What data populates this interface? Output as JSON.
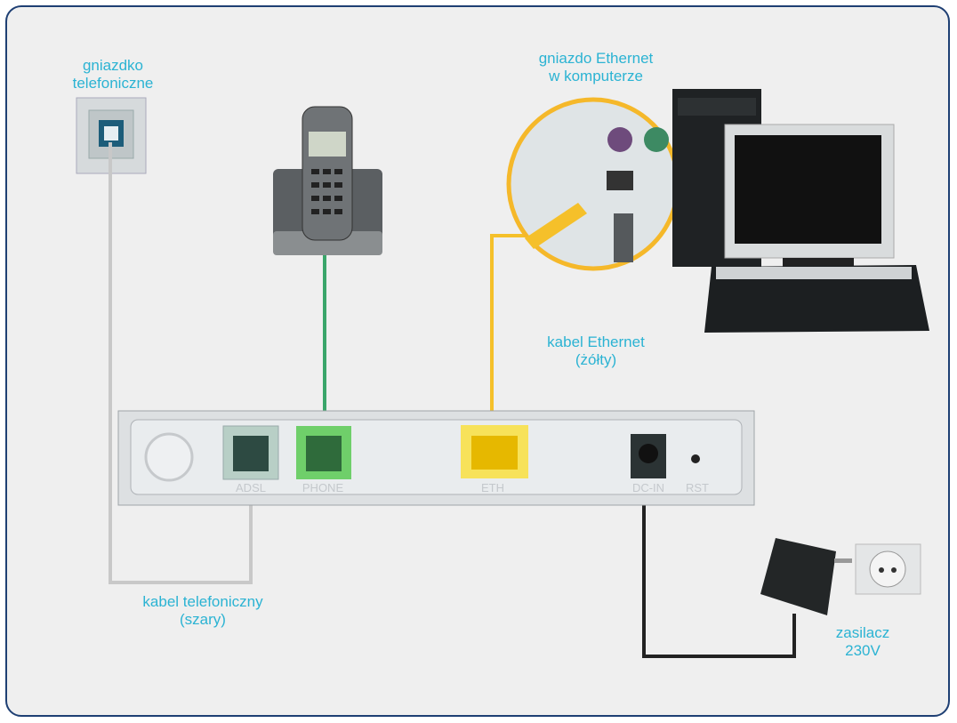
{
  "labels": {
    "wall_socket": [
      "gniazdko",
      "telefoniczne"
    ],
    "computer_ethernet": [
      "gniazdo Ethernet",
      "w komputerze"
    ],
    "ethernet_cable": [
      "kabel Ethernet",
      "(żółty)"
    ],
    "phone_cable": [
      "kabel telefoniczny",
      "(szary)"
    ],
    "power_adapter": [
      "zasilacz",
      "230V"
    ]
  },
  "router_ports": {
    "adsl": "ADSL",
    "phone": "PHONE",
    "eth": "ETH",
    "dc_in": "DC-IN",
    "rst": "RST"
  },
  "colors": {
    "frame": "#1e3f73",
    "label": "#2bb3d3",
    "phone_cable": "#c8c8c8",
    "handset_cable": "#3aa56a",
    "ethernet_cable": "#f5c02a",
    "power_cable": "#222222"
  }
}
